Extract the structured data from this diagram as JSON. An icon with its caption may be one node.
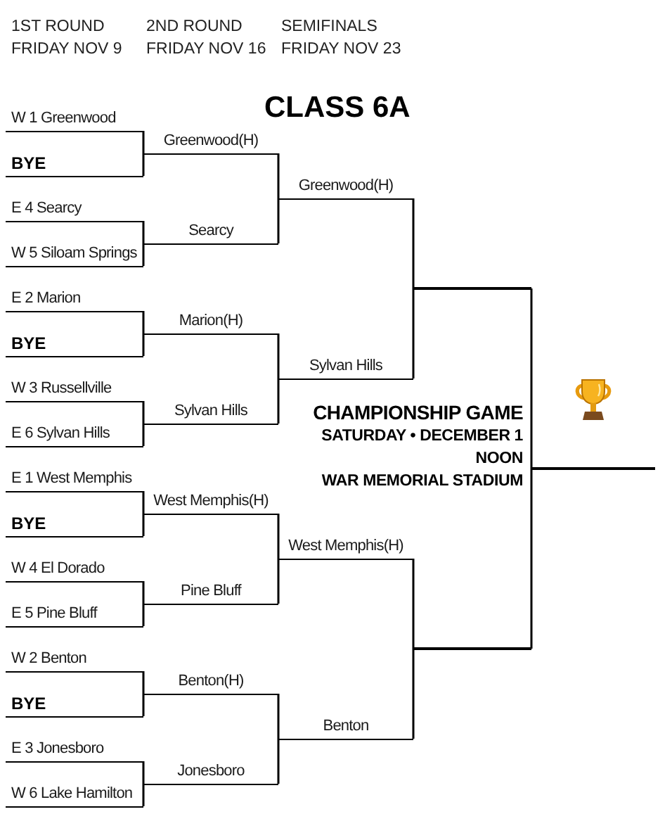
{
  "diagram": {
    "title": "CLASS 6A",
    "nodes": [
      {
        "text": [
          "W 1 Greenwood"
        ]
      },
      {
        "text": [
          "BYE"
        ]
      },
      {
        "text": [
          "E 4 Searcy"
        ]
      },
      {
        "text": [
          "W 5 Siloam Springs"
        ]
      },
      {
        "text": [
          "E 2 Marion"
        ]
      },
      {
        "text": [
          "BYE"
        ]
      },
      {
        "text": [
          "W 3 Russellville"
        ]
      },
      {
        "text": [
          "E 6 Sylvan Hills"
        ]
      },
      {
        "text": [
          "E 1 West Memphis"
        ]
      },
      {
        "text": [
          "BYE"
        ]
      },
      {
        "text": [
          "W 4 El Dorado"
        ]
      },
      {
        "text": [
          "E 5 Pine Bluff"
        ]
      },
      {
        "text": [
          "W 2 Benton"
        ]
      },
      {
        "text": [
          "BYE"
        ]
      },
      {
        "text": [
          "E 3 Jonesboro"
        ]
      },
      {
        "text": [
          "W 6 Lake Hamilton"
        ]
      },
      {
        "text": [
          "Greenwood(H)"
        ]
      },
      {
        "text": [
          "Searcy"
        ]
      },
      {
        "text": [
          "Marion(H)"
        ]
      },
      {
        "text": [
          "Sylvan Hills"
        ]
      },
      {
        "text": [
          "West Memphis(H)"
        ]
      },
      {
        "text": [
          "Pine Bluff"
        ]
      },
      {
        "text": [
          "Benton(H)"
        ]
      },
      {
        "text": [
          "Jonesboro"
        ]
      },
      {
        "text": [
          "Greenwood(H)"
        ]
      },
      {
        "text": [
          "Sylvan Hills"
        ]
      },
      {
        "text": [
          "West Memphis(H)"
        ]
      },
      {
        "text": [
          "Benton"
        ]
      },
      {
        "text": [],
        "shape": "bar"
      },
      {
        "text": [],
        "shape": "bar"
      },
      {
        "text": [],
        "shape": "bar"
      }
    ],
    "edges": [
      {
        "from": 0,
        "to": 16,
        "arrow": "none"
      },
      {
        "from": 1,
        "to": 16,
        "arrow": "none"
      },
      {
        "from": 2,
        "to": 17,
        "arrow": "none"
      },
      {
        "from": 3,
        "to": 17,
        "arrow": "none"
      },
      {
        "from": 4,
        "to": 18,
        "arrow": "none"
      },
      {
        "from": 5,
        "to": 18,
        "arrow": "none"
      },
      {
        "from": 6,
        "to": 19,
        "arrow": "none"
      },
      {
        "from": 7,
        "to": 19,
        "arrow": "none"
      },
      {
        "from": 8,
        "to": 20,
        "arrow": "none"
      },
      {
        "from": 9,
        "to": 20,
        "arrow": "none"
      },
      {
        "from": 10,
        "to": 21,
        "arrow": "none"
      },
      {
        "from": 11,
        "to": 21,
        "arrow": "none"
      },
      {
        "from": 12,
        "to": 22,
        "arrow": "none"
      },
      {
        "from": 13,
        "to": 22,
        "arrow": "none"
      },
      {
        "from": 14,
        "to": 23,
        "arrow": "none"
      },
      {
        "from": 15,
        "to": 23,
        "arrow": "none"
      },
      {
        "from": 16,
        "to": 24,
        "arrow": "none"
      },
      {
        "from": 17,
        "to": 24,
        "arrow": "none"
      },
      {
        "from": 18,
        "to": 25,
        "arrow": "none"
      },
      {
        "from": 19,
        "to": 25,
        "arrow": "none"
      },
      {
        "from": 20,
        "to": 26,
        "arrow": "none"
      },
      {
        "from": 21,
        "to": 26,
        "arrow": "none"
      },
      {
        "from": 22,
        "to": 27,
        "arrow": "none"
      },
      {
        "from": 23,
        "to": 27,
        "arrow": "none"
      },
      {
        "from": 24,
        "to": 28,
        "arrow": "none"
      },
      {
        "from": 25,
        "to": 28,
        "arrow": "none"
      },
      {
        "from": 26,
        "to": 29,
        "arrow": "none"
      },
      {
        "from": 27,
        "to": 29,
        "arrow": "none"
      },
      {
        "from": 28,
        "to": 30,
        "arrow": "none"
      },
      {
        "from": 29,
        "to": 30,
        "arrow": "none"
      }
    ],
    "labels": [
      "1ST ROUND",
      "FRIDAY NOV 9",
      "2ND ROUND",
      "FRIDAY NOV 16",
      "SEMIFINALS",
      "FRIDAY NOV 23",
      "CHAMPIONSHIP GAME",
      "SATURDAY • DECEMBER 1",
      "NOON",
      "WAR MEMORIAL STADIUM"
    ]
  }
}
